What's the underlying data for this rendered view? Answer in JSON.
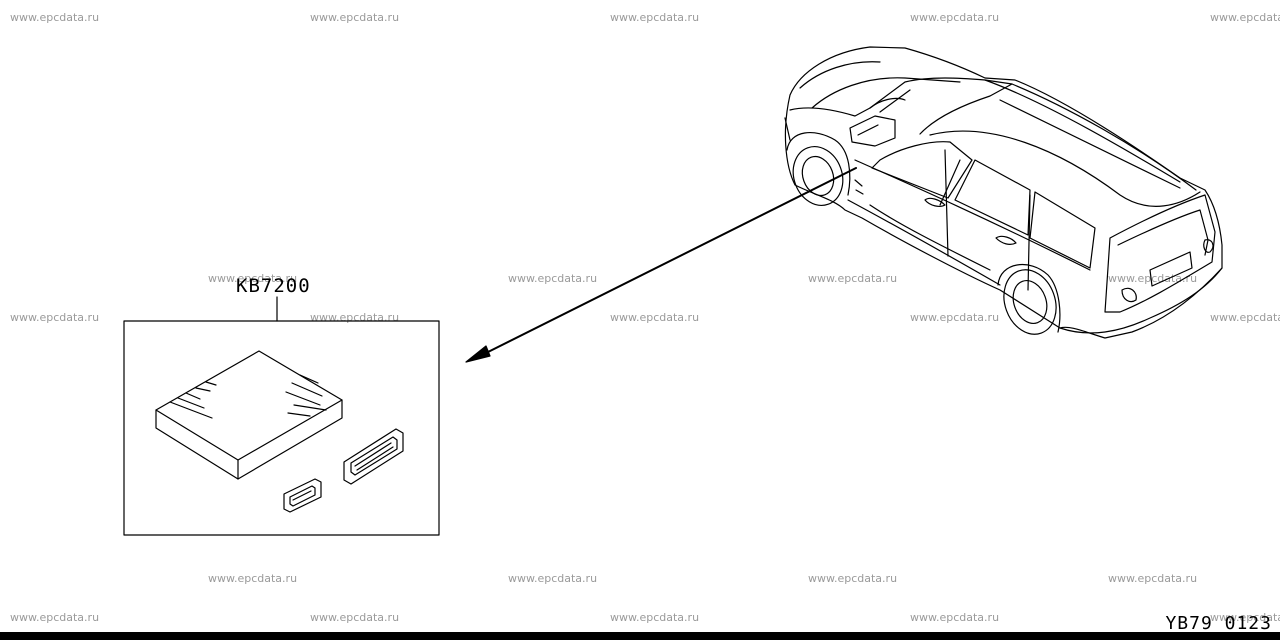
{
  "watermark": "www.epcdata.ru",
  "part": {
    "number": "KB7200"
  },
  "page_code": "YB79 0123"
}
